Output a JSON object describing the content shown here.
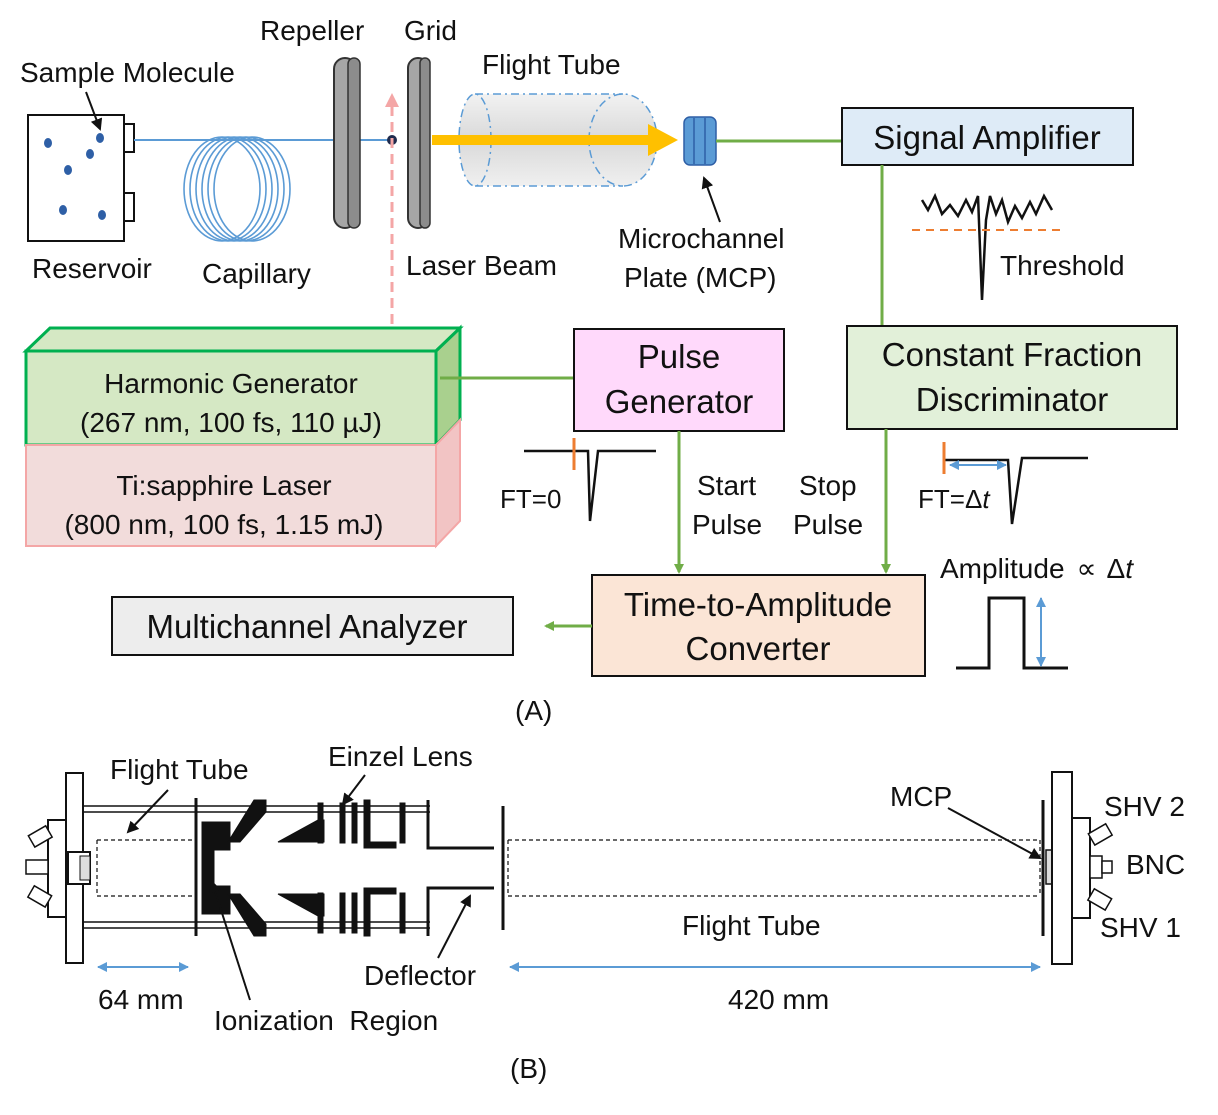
{
  "panel_a": {
    "caption": "(A)",
    "sample_molecule": "Sample Molecule",
    "reservoir": "Reservoir",
    "capillary": "Capillary",
    "repeller": "Repeller",
    "grid": "Grid",
    "flight_tube": "Flight Tube",
    "laser_beam": "Laser Beam",
    "mcp_line1": "Microchannel",
    "mcp_line2": "Plate (MCP)",
    "signal_amplifier": "Signal Amplifier",
    "threshold": "Threshold",
    "harmonic_line1": "Harmonic Generator",
    "harmonic_line2": "(267 nm, 100 fs, 110 µJ)",
    "ti_line1": "Ti:sapphire Laser",
    "ti_line2": "(800 nm, 100 fs, 1.15 mJ)",
    "pulse_gen_line1": "Pulse",
    "pulse_gen_line2": "Generator",
    "cfd_line1": "Constant Fraction",
    "cfd_line2": "Discriminator",
    "ft0": "FT=0",
    "ft_dt_prefix": "FT=",
    "ft_dt_delta": "Δ",
    "ft_dt_t": "t",
    "start_line1": "Start",
    "start_line2": "Pulse",
    "stop_line1": "Stop",
    "stop_line2": "Pulse",
    "tac_line1": "Time-to-Amplitude",
    "tac_line2": "Converter",
    "mca": "Multichannel Analyzer",
    "amp_prefix": "Amplitude",
    "amp_prop": "∝",
    "amp_delta": "Δ",
    "amp_t": "t"
  },
  "panel_b": {
    "caption": "(B)",
    "flight_tube_top": "Flight Tube",
    "einzel_lens": "Einzel Lens",
    "mcp": "MCP",
    "shv2": "SHV 2",
    "bnc": "BNC",
    "shv1": "SHV 1",
    "flight_tube_main": "Flight Tube",
    "deflector": "Deflector",
    "ionization_region": "Ionization  Region",
    "dim_64": "64 mm",
    "dim_420": "420 mm"
  },
  "colors": {
    "green_line": "#70ad47",
    "blue_line": "#5b9bd5",
    "yellow_beam": "#ffc000",
    "laser_pink": "#f4a6a6",
    "orange_marker": "#ed7d31"
  }
}
